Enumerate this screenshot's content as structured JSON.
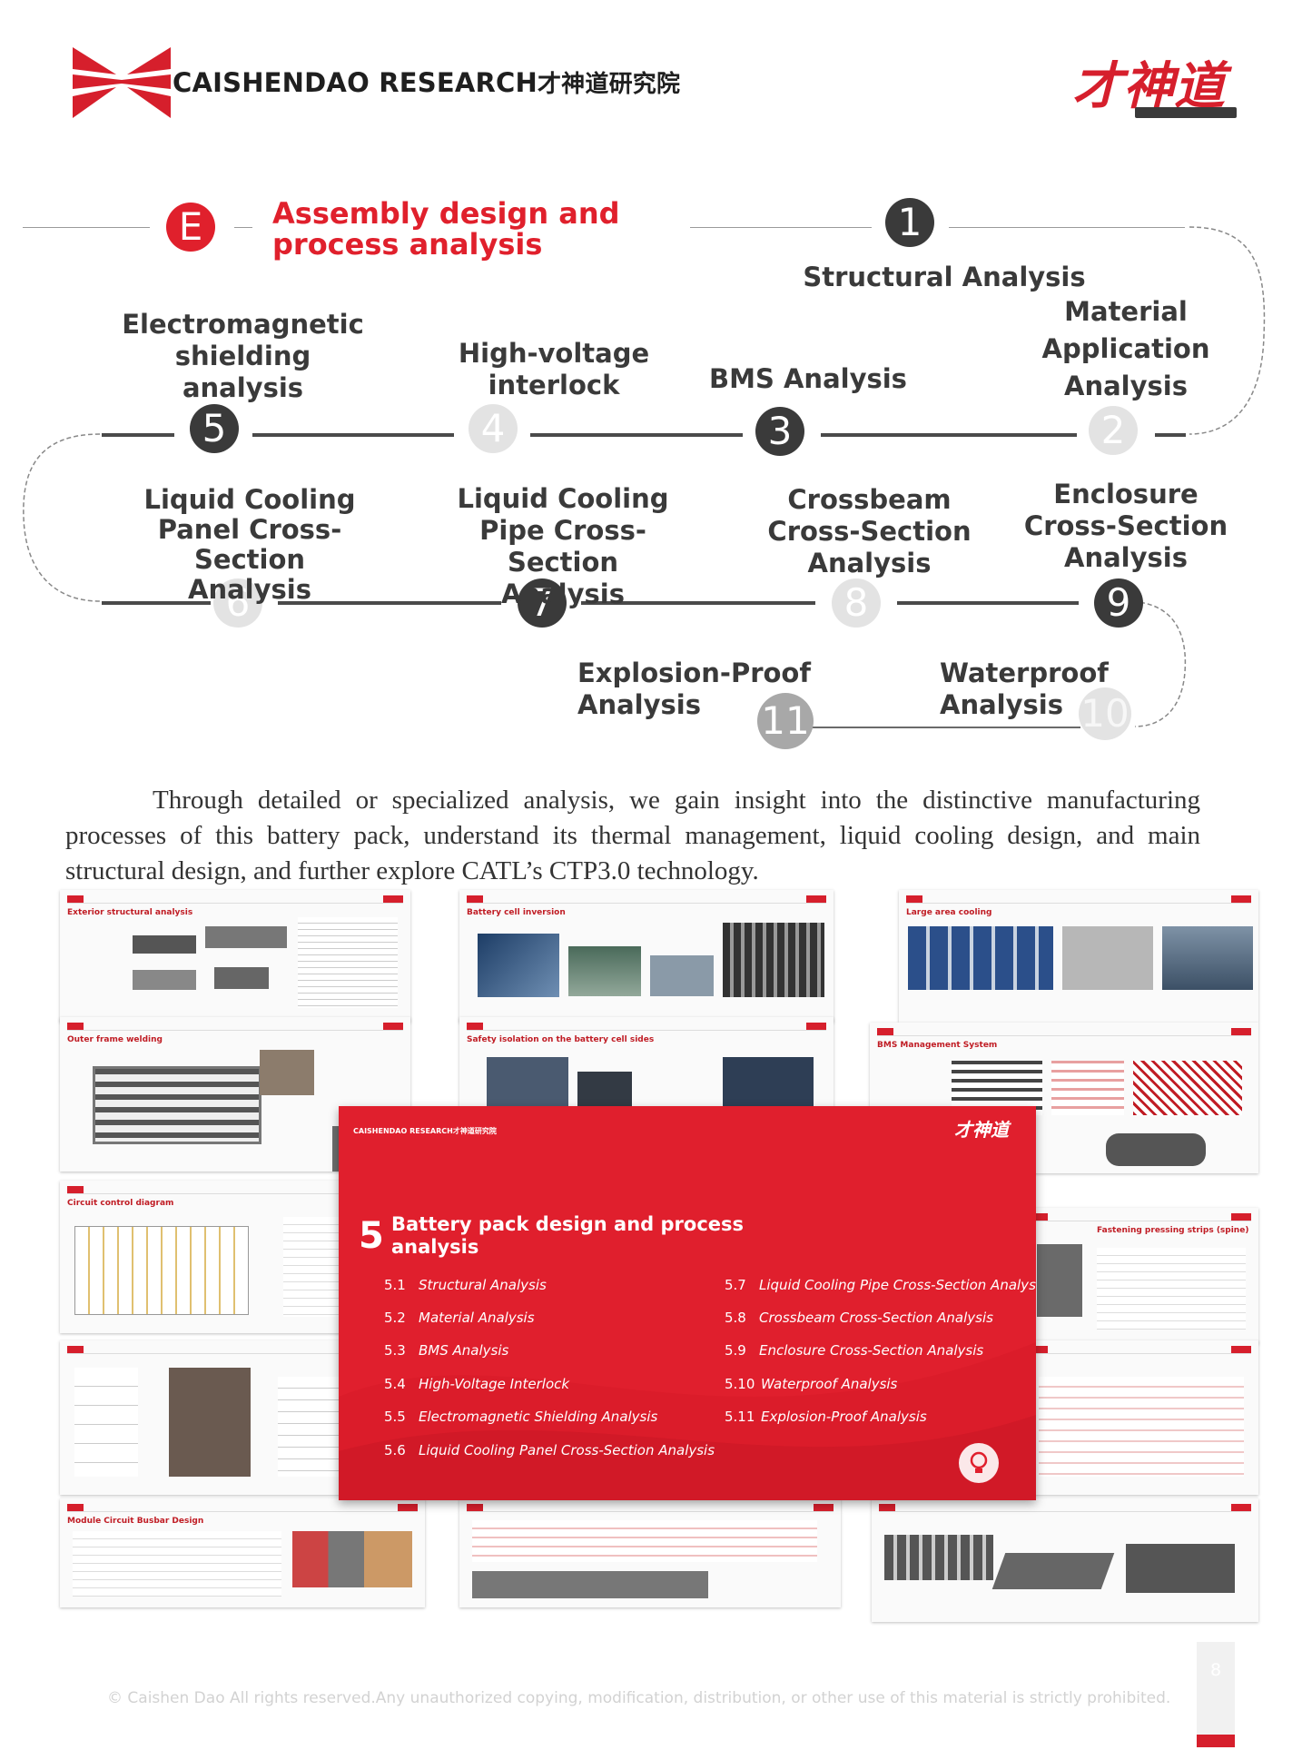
{
  "header": {
    "brand_en": "CAISHENDAO RESEARCH",
    "brand_cn": "才神道研究院",
    "right_logo_text": "才神道"
  },
  "section": {
    "marker": "E",
    "title": "Assembly design and\nprocess analysis"
  },
  "steps": [
    {
      "num": "1",
      "label": "Structural Analysis"
    },
    {
      "num": "2",
      "label": "Material\nApplication\nAnalysis"
    },
    {
      "num": "3",
      "label": "BMS Analysis"
    },
    {
      "num": "4",
      "label": "High-voltage\ninterlock"
    },
    {
      "num": "5",
      "label": "Electromagnetic\nshielding\nanalysis"
    },
    {
      "num": "6",
      "label": "Liquid Cooling\nPanel Cross-\nSection Analysis"
    },
    {
      "num": "7",
      "label": "Liquid Cooling\nPipe Cross-\nSection Analysis"
    },
    {
      "num": "8",
      "label": "Crossbeam\nCross-Section\nAnalysis"
    },
    {
      "num": "9",
      "label": "Enclosure\nCross-Section\nAnalysis"
    },
    {
      "num": "10",
      "label": "Waterproof\nAnalysis"
    },
    {
      "num": "11",
      "label": "Explosion-Proof\nAnalysis"
    }
  ],
  "paragraph": "Through detailed or specialized analysis, we gain insight into the distinctive manufacturing processes of this battery pack, understand its thermal management, liquid cooling design, and main structural design, and further explore CATL’s CTP3.0 technology.",
  "thumbnails": [
    {
      "title": "Exterior structural analysis"
    },
    {
      "title": "Battery cell inversion"
    },
    {
      "title": "Large area cooling"
    },
    {
      "title": "Outer frame welding"
    },
    {
      "title": "Safety isolation on the battery cell sides"
    },
    {
      "title": "BMS Management System"
    },
    {
      "title": "Circuit control diagram"
    },
    {
      "title": "Fastening pressing strips (spine)"
    },
    {
      "title": "Module Circuit Busbar Design"
    }
  ],
  "red_slide": {
    "brand": "CAISHENDAO RESEARCH才神道研究院",
    "logo": "才神道",
    "number": "5",
    "title": "Battery pack design and process\nanalysis",
    "items_left": [
      {
        "n": "5.1",
        "t": "Structural Analysis"
      },
      {
        "n": "5.2",
        "t": "Material Analysis"
      },
      {
        "n": "5.3",
        "t": "BMS Analysis"
      },
      {
        "n": "5.4",
        "t": "High-Voltage Interlock"
      },
      {
        "n": "5.5",
        "t": "Electromagnetic Shielding Analysis"
      },
      {
        "n": "5.6",
        "t": "Liquid Cooling Panel Cross-Section Analysis"
      }
    ],
    "items_right": [
      {
        "n": "5.7",
        "t": "Liquid Cooling Pipe Cross-Section Analysis"
      },
      {
        "n": "5.8",
        "t": "Crossbeam Cross-Section Analysis"
      },
      {
        "n": "5.9",
        "t": "Enclosure Cross-Section Analysis"
      },
      {
        "n": "5.10",
        "t": "Waterproof Analysis"
      },
      {
        "n": "5.11",
        "t": "Explosion-Proof Analysis"
      }
    ]
  },
  "footer": "© Caishen Dao All rights reserved.Any unauthorized copying, modification, distribution, or other use of this material is strictly prohibited.",
  "page_number": "8",
  "colors": {
    "accent": "#e0202c",
    "dark": "#3a3a3a"
  }
}
